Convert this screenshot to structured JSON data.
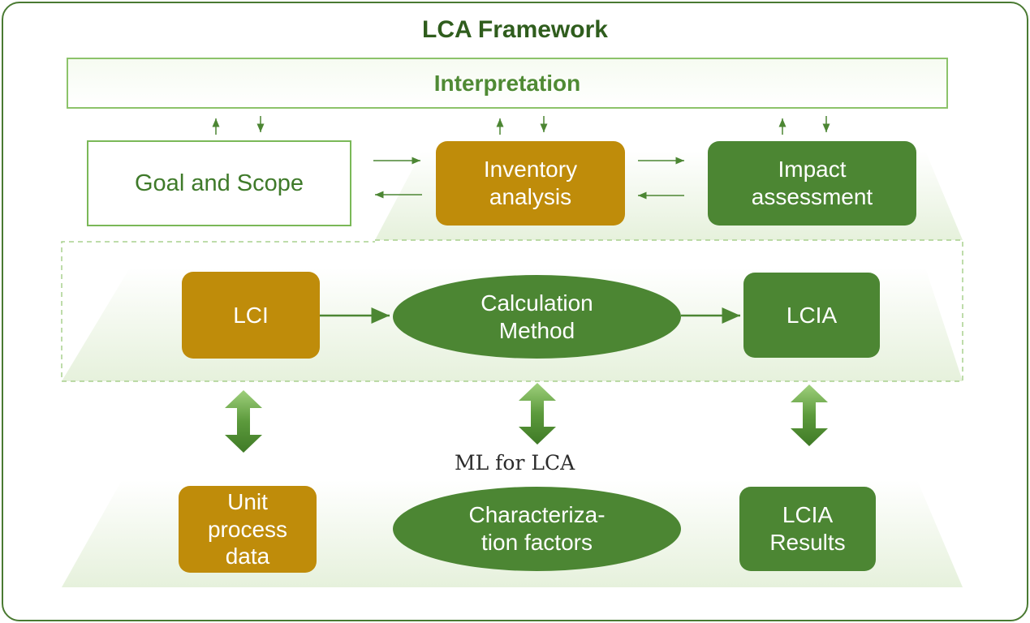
{
  "title": "LCA Framework",
  "interpretation": "Interpretation",
  "framework": {
    "goal_scope": "Goal and Scope",
    "inventory": "Inventory\nanalysis",
    "impact": "Impact\nassessment"
  },
  "calculation": {
    "lci": "LCI",
    "method": "Calculation\nMethod",
    "lcia": "LCIA"
  },
  "ml_label": "ML for LCA",
  "ml": {
    "unit_process": "Unit\nprocess\ndata",
    "factors": "Characteriza-\ntion factors",
    "results": "LCIA\nResults"
  },
  "colors": {
    "dark_green": "#4c8633",
    "gold": "#bf8c0a",
    "light_green": "#8cc36a",
    "border": "#4a7a32"
  }
}
